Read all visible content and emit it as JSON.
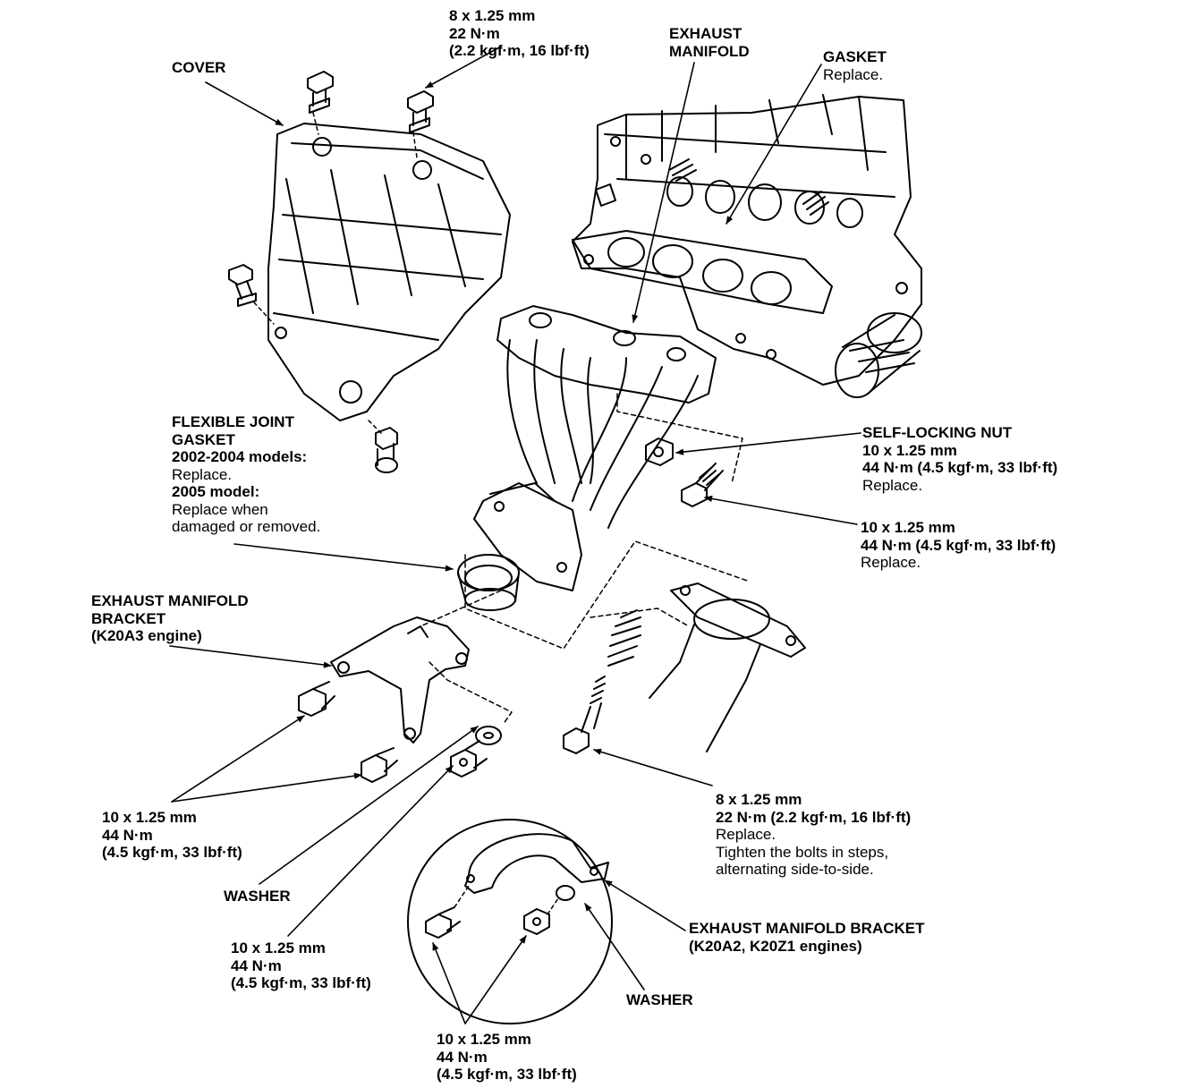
{
  "labels": {
    "cover": {
      "title": "COVER"
    },
    "cover_bolt": {
      "size": "8 x 1.25 mm",
      "torque": "22 N·m",
      "torque_alt": "(2.2 kgf·m, 16 lbf·ft)"
    },
    "exhaust_manifold": {
      "line1": "EXHAUST",
      "line2": "MANIFOLD"
    },
    "gasket": {
      "title": "GASKET",
      "note": "Replace."
    },
    "flexible_joint_gasket": {
      "line1": "FLEXIBLE JOINT",
      "line2": "GASKET",
      "models_2002": "2002-2004 models:",
      "note_2002": "Replace.",
      "model_2005": "2005 model:",
      "note_2005_line1": "Replace when",
      "note_2005_line2": "damaged or removed."
    },
    "self_locking_nut": {
      "title": "SELF-LOCKING NUT",
      "size": "10 x 1.25 mm",
      "torque": "44 N·m (4.5 kgf·m, 33 lbf·ft)",
      "note": "Replace."
    },
    "flange_bolt": {
      "size": "10 x 1.25 mm",
      "torque": "44 N·m (4.5 kgf·m, 33 lbf·ft)",
      "note": "Replace."
    },
    "bracket_k20a3": {
      "line1": "EXHAUST MANIFOLD",
      "line2": "BRACKET",
      "line3": "(K20A3 engine)"
    },
    "bracket_bolts_left": {
      "size": "10 x 1.25 mm",
      "torque": "44 N·m",
      "torque_alt": "(4.5 kgf·m, 33 lbf·ft)"
    },
    "washer_left": {
      "title": "WASHER"
    },
    "bracket_bolt_center": {
      "size": "10 x 1.25 mm",
      "torque": "44 N·m",
      "torque_alt": "(4.5 kgf·m, 33 lbf·ft)"
    },
    "spring_bolt": {
      "size": "8 x 1.25 mm",
      "torque": "22 N·m (2.2 kgf·m, 16 lbf·ft)",
      "note": "Replace.",
      "instruction_line1": "Tighten the bolts in steps,",
      "instruction_line2": "alternating side-to-side."
    },
    "bracket_k20a2": {
      "line1": "EXHAUST MANIFOLD BRACKET",
      "line2": "(K20A2, K20Z1 engines)"
    },
    "washer_inset": {
      "title": "WASHER"
    },
    "inset_bolts": {
      "size": "10 x 1.25 mm",
      "torque": "44 N·m",
      "torque_alt": "(4.5 kgf·m, 33 lbf·ft)"
    }
  },
  "colors": {
    "ink": "#000000",
    "paper": "#ffffff"
  }
}
